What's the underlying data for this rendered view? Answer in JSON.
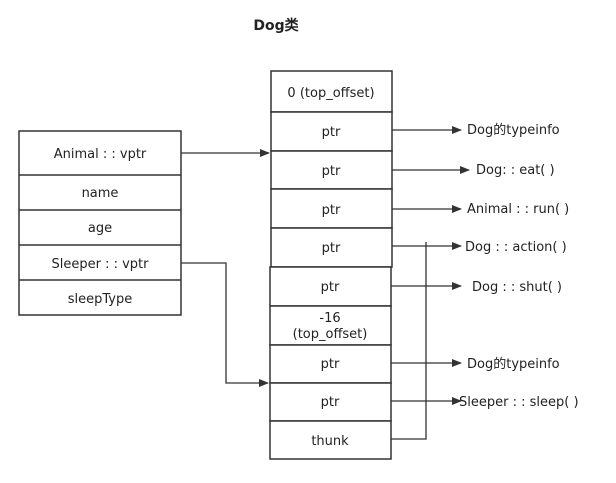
{
  "title": "Dog类",
  "object_layout": {
    "fields": [
      "Animal : : vptr",
      "name",
      "age",
      "Sleeper : : vptr",
      "sleepType"
    ]
  },
  "vtable": {
    "cells": [
      [
        "0   (top_offset)"
      ],
      [
        "ptr"
      ],
      [
        "ptr"
      ],
      [
        "ptr"
      ],
      [
        "ptr"
      ],
      [
        "ptr"
      ],
      [
        "-16",
        "(top_offset)"
      ],
      [
        "ptr"
      ],
      [
        "ptr"
      ],
      [
        "thunk"
      ]
    ]
  },
  "targets": [
    "Dog的typeinfo",
    "Dog: : eat( )",
    "Animal : : run( )",
    "Dog : : action( )",
    "Dog : : shut( )",
    "Dog的typeinfo",
    "Sleeper : : sleep( )"
  ]
}
